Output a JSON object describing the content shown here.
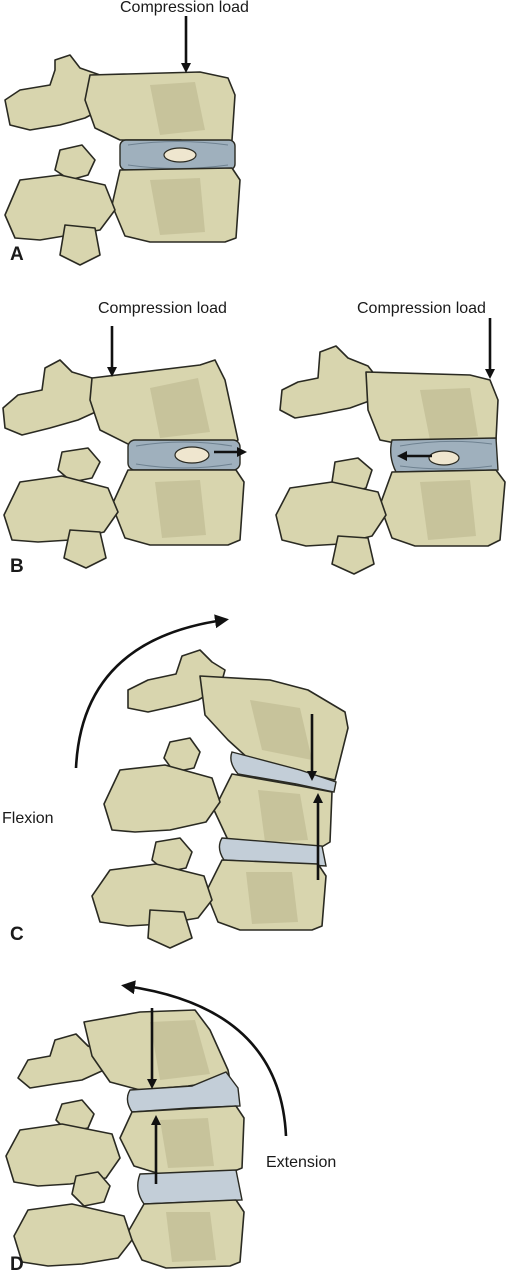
{
  "labels": {
    "compression_a": "Compression load",
    "compression_b_left": "Compression load",
    "compression_b_right": "Compression load",
    "flexion": "Flexion",
    "extension": "Extension"
  },
  "panels": {
    "a": "A",
    "b": "B",
    "c": "C",
    "d": "D"
  },
  "colors": {
    "bone": "#d8d5ae",
    "disc": "#9fb0bd",
    "nucleus": "#efe6cf",
    "arrow": "#111111"
  }
}
